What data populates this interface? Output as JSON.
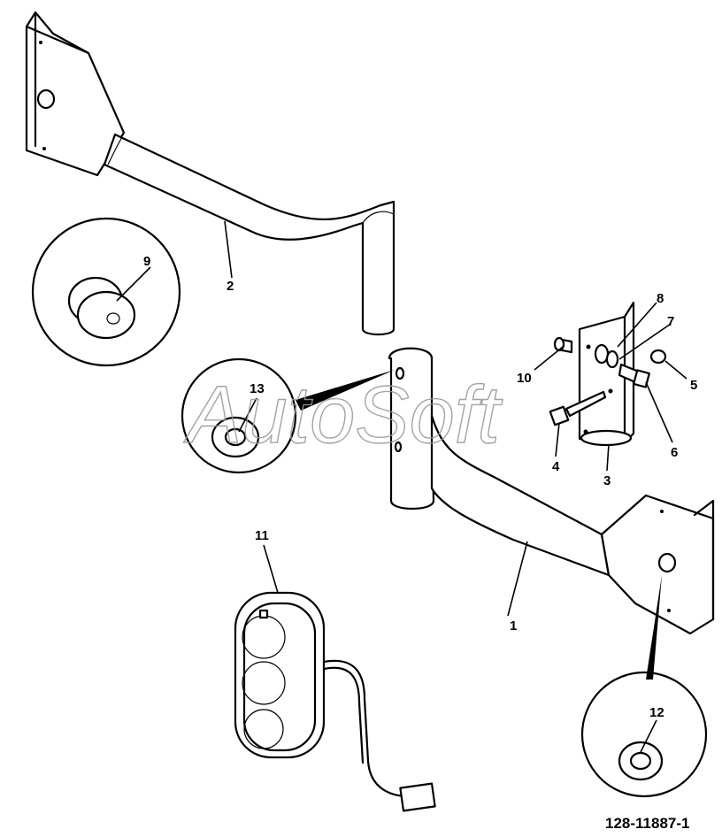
{
  "watermark": "AutoSoft",
  "figure_id": "128-11887-1",
  "callouts": [
    {
      "id": "c1",
      "label": "1"
    },
    {
      "id": "c2",
      "label": "2"
    },
    {
      "id": "c3",
      "label": "3"
    },
    {
      "id": "c4",
      "label": "4"
    },
    {
      "id": "c5",
      "label": "5"
    },
    {
      "id": "c6",
      "label": "6"
    },
    {
      "id": "c7",
      "label": "7"
    },
    {
      "id": "c8",
      "label": "8"
    },
    {
      "id": "c9",
      "label": "9"
    },
    {
      "id": "c10",
      "label": "10"
    },
    {
      "id": "c11",
      "label": "11"
    },
    {
      "id": "c12",
      "label": "12"
    },
    {
      "id": "c13",
      "label": "13"
    }
  ]
}
